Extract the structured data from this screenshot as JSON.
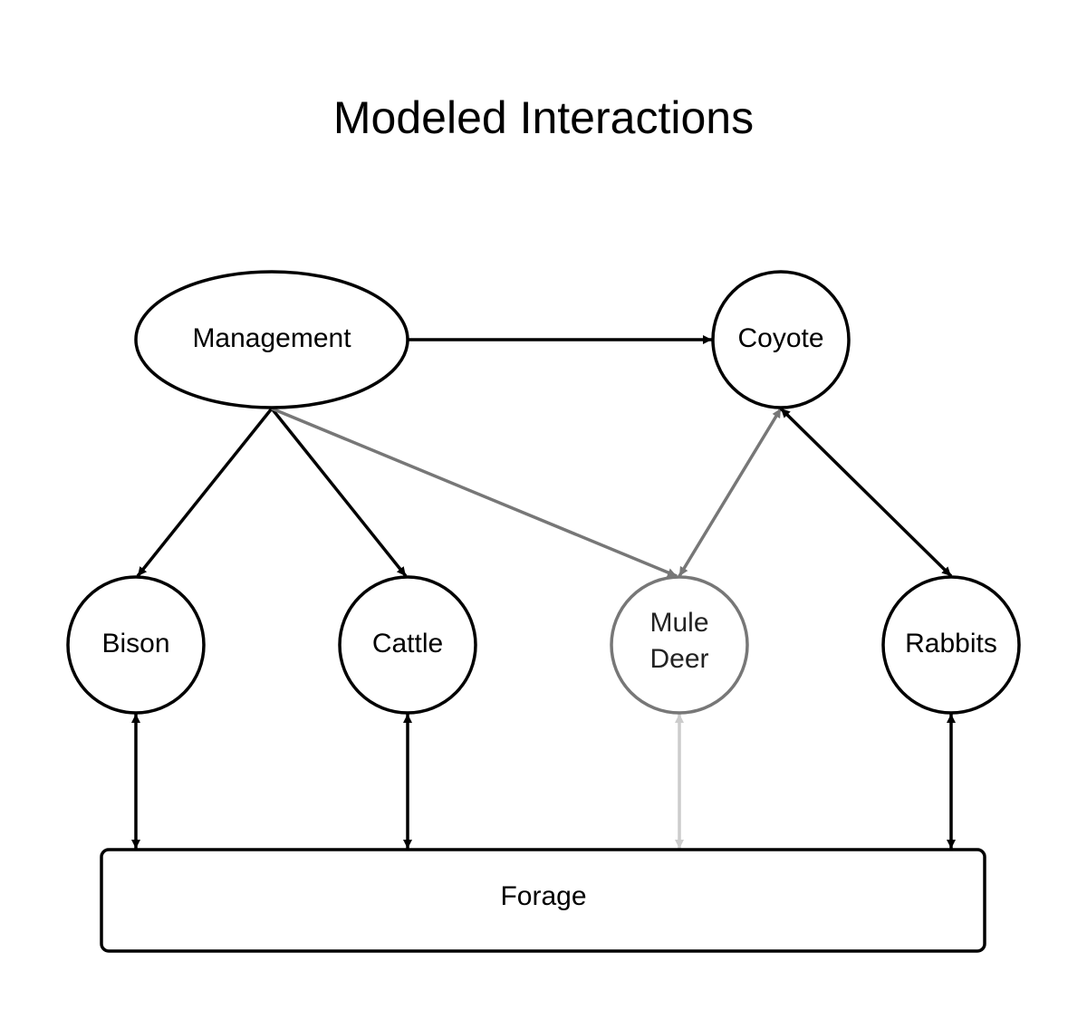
{
  "title": "Modeled Interactions",
  "nodes": {
    "management": "Management",
    "coyote": "Coyote",
    "bison": "Bison",
    "cattle": "Cattle",
    "mule_deer_line1": "Mule",
    "mule_deer_line2": "Deer",
    "rabbits": "Rabbits",
    "forage": "Forage"
  },
  "edges": [
    {
      "from": "Management",
      "to": "Coyote",
      "direction": "one-way",
      "color": "#000000"
    },
    {
      "from": "Management",
      "to": "Bison",
      "direction": "one-way",
      "color": "#000000"
    },
    {
      "from": "Management",
      "to": "Cattle",
      "direction": "one-way",
      "color": "#000000"
    },
    {
      "from": "Management",
      "to": "Mule Deer",
      "direction": "one-way",
      "color": "#777777"
    },
    {
      "from": "Coyote",
      "to": "Mule Deer",
      "direction": "two-way",
      "color": "#777777"
    },
    {
      "from": "Coyote",
      "to": "Rabbits",
      "direction": "two-way",
      "color": "#000000"
    },
    {
      "from": "Bison",
      "to": "Forage",
      "direction": "two-way",
      "color": "#000000"
    },
    {
      "from": "Cattle",
      "to": "Forage",
      "direction": "two-way",
      "color": "#000000"
    },
    {
      "from": "Mule Deer",
      "to": "Forage",
      "direction": "two-way",
      "color": "#cccccc"
    },
    {
      "from": "Rabbits",
      "to": "Forage",
      "direction": "two-way",
      "color": "#000000"
    }
  ],
  "colors": {
    "primary": "#000000",
    "secondary": "#777777",
    "faint": "#cccccc"
  }
}
